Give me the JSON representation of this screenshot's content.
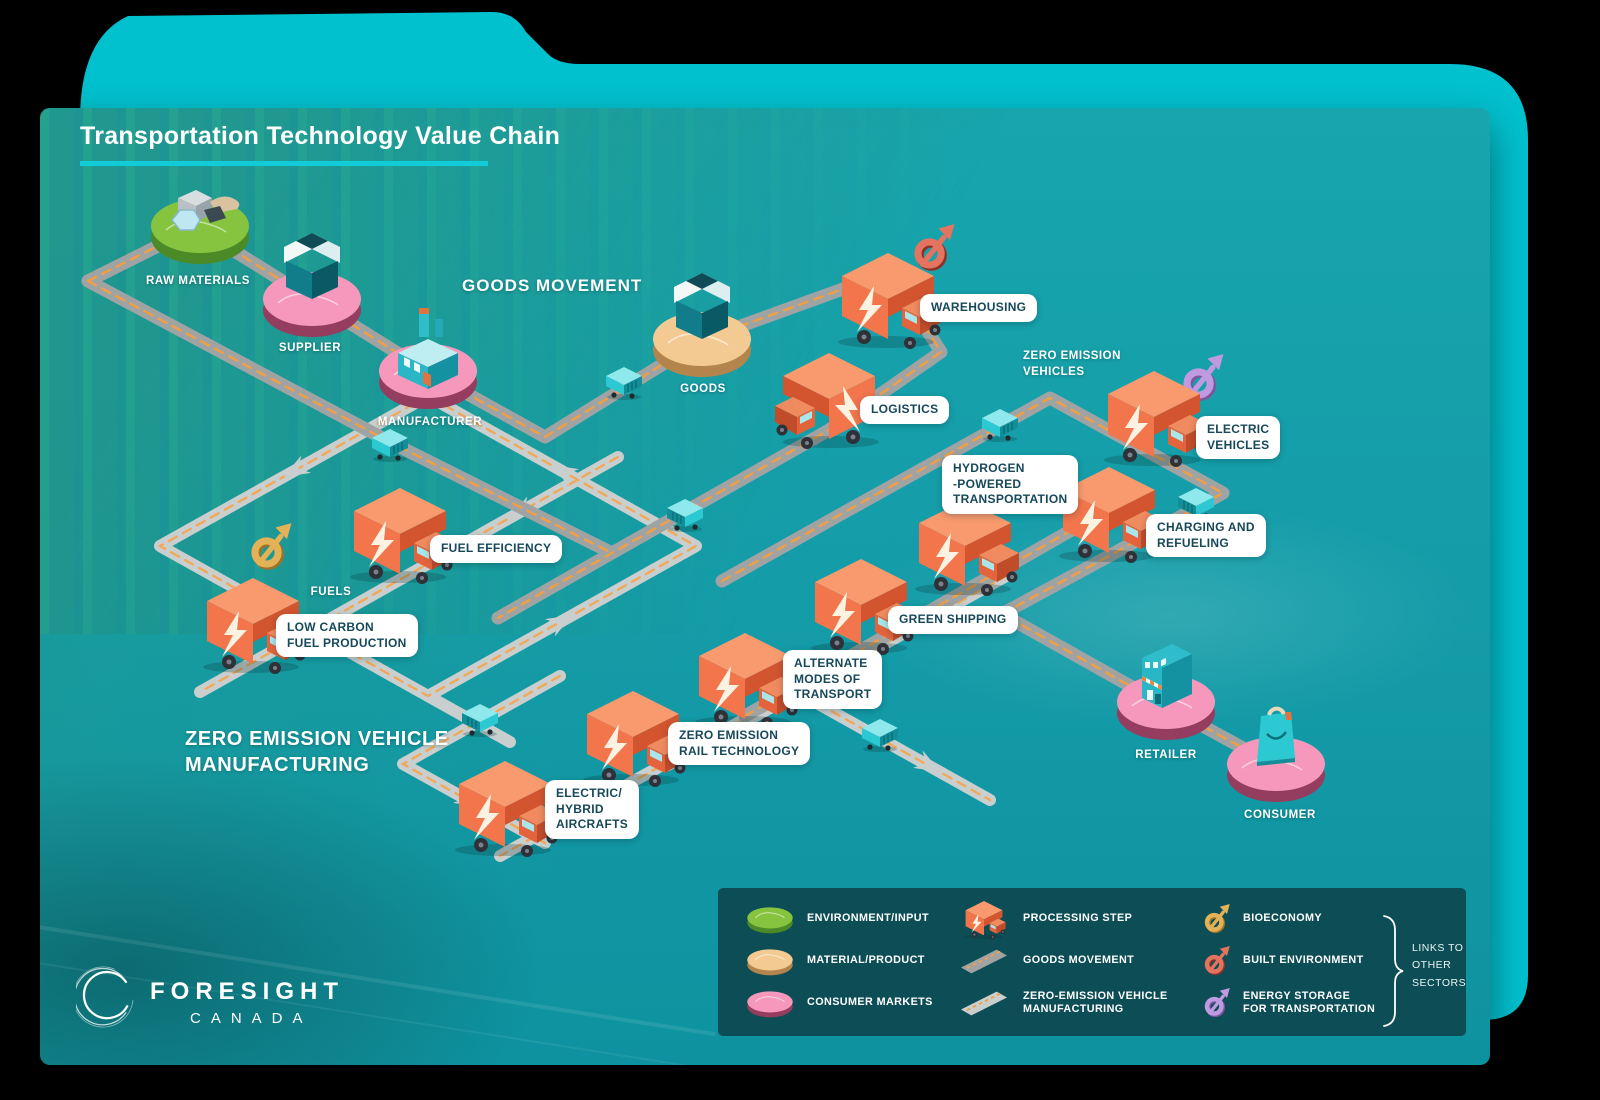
{
  "title": {
    "text": "Transportation Technology Value Chain"
  },
  "headings": {
    "goods_movement": "GOODS MOVEMENT",
    "zev": [
      "ZERO EMISSION",
      "VEHICLES"
    ],
    "zevm": [
      "ZERO EMISSION VEHICLE",
      "MANUFACTURING"
    ]
  },
  "nodes": {
    "raw_materials": "RAW MATERIALS",
    "supplier": "SUPPLIER",
    "manufacturer": "MANUFACTURER",
    "goods": "GOODS",
    "fuels": "FUELS",
    "retailer": "RETAILER",
    "consumer": "CONSUMER"
  },
  "pills": {
    "warehousing": {
      "lines": [
        "WAREHOUSING"
      ]
    },
    "logistics": {
      "lines": [
        "LOGISTICS"
      ]
    },
    "electric_vehicles": {
      "lines": [
        "ELECTRIC",
        "VEHICLES"
      ]
    },
    "hydrogen": {
      "lines": [
        "HYDROGEN",
        "-POWERED",
        "TRANSPORTATION"
      ]
    },
    "charging": {
      "lines": [
        "CHARGING AND",
        "REFUELING"
      ]
    },
    "fuel_efficiency": {
      "lines": [
        "FUEL EFFICIENCY"
      ]
    },
    "low_carbon": {
      "lines": [
        "LOW CARBON",
        "FUEL PRODUCTION"
      ]
    },
    "green_shipping": {
      "lines": [
        "GREEN SHIPPING"
      ]
    },
    "alternate_modes": {
      "lines": [
        "ALTERNATE",
        "MODES OF",
        "TRANSPORT"
      ]
    },
    "rail": {
      "lines": [
        "ZERO EMISSION",
        "RAIL TECHNOLOGY"
      ]
    },
    "aircraft": {
      "lines": [
        "ELECTRIC/",
        "HYBRID",
        "AIRCRAFTS"
      ]
    }
  },
  "legend": {
    "environment": "ENVIRONMENT/INPUT",
    "material": "MATERIAL/PRODUCT",
    "consumer_markets": "CONSUMER MARKETS",
    "processing": "PROCESSING STEP",
    "goods_movement": "GOODS MOVEMENT",
    "zevm": [
      "ZERO-EMISSION VEHICLE",
      "MANUFACTURING"
    ],
    "bioeconomy": "BIOECONOMY",
    "built_environment": "BUILT ENVIRONMENT",
    "energy_storage": [
      "ENERGY STORAGE",
      "FOR TRANSPORTATION"
    ],
    "links": [
      "LINKS TO",
      "OTHER",
      "SECTORS"
    ]
  },
  "logo": {
    "name": "FORESIGHT",
    "sub": "CANADA"
  },
  "icons": {
    "processing-step": "orange-truck-icon",
    "goods-movement-road": "gray-road-swatch",
    "zevm-road": "light-road-swatch",
    "bioeconomy": "gold-loop-arrow-icon",
    "built-environment": "red-loop-arrow-icon",
    "energy-storage": "purple-loop-arrow-icon",
    "environment-input": "green-disc-icon",
    "material-product": "tan-disc-icon",
    "consumer-markets": "pink-disc-icon"
  },
  "colors": {
    "folder_cyan": "#02c1ce",
    "panel_teal": "#149ca8",
    "underline_cyan": "#12cbd8",
    "road_gray": "#9fa3a3",
    "road_light": "#c9cfce",
    "dash_orange": "#f09f45",
    "truck_orange": "#f0754b",
    "pill_text": "#16485a",
    "legend_bg": "#0c4a54",
    "disc_green": "#86c440",
    "disc_tan": "#f3cb92",
    "disc_pink": "#f598bb",
    "bioeconomy_gold": "#e3b257",
    "built_env_red": "#e47460",
    "energy_purple": "#c09ae0",
    "mini_truck_teal": "#2cc9d2"
  }
}
